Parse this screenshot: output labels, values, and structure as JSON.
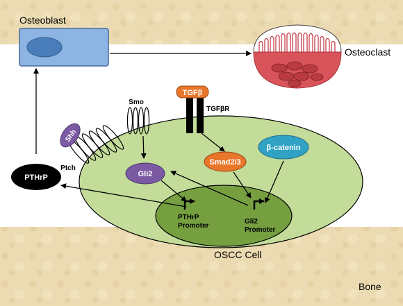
{
  "labels": {
    "osteoblast": "Osteoblast",
    "osteoclast": "Osteoclast",
    "oscc_cell": "OSCC Cell",
    "bone": "Bone"
  },
  "molecules": {
    "shh": "Shh",
    "ptch": "Ptch",
    "smo": "Smo",
    "tgfb": "TGFβ",
    "tgfbr": "TGFβR",
    "gli2": "Gli2",
    "smad": "Smad2/3",
    "bcatenin": "β-catenin",
    "pthrp": "PTHrP"
  },
  "promoters": {
    "pthrp_line1": "PTHrP",
    "pthrp_line2": "Promoter",
    "gli2_line1": "Gli2",
    "gli2_line2": "Promoter"
  },
  "colors": {
    "bone_bg": "#eddcb4",
    "cell_fill": "#c3dc9a",
    "nucleus_fill": "#76a040",
    "osteoblast_fill": "#8db4e2",
    "osteoclast_fill": "#d9535a",
    "shh": "#7b5aa3",
    "tgfb": "#e8762b",
    "bcatenin": "#31a2c4",
    "pthrp": "#000000"
  }
}
